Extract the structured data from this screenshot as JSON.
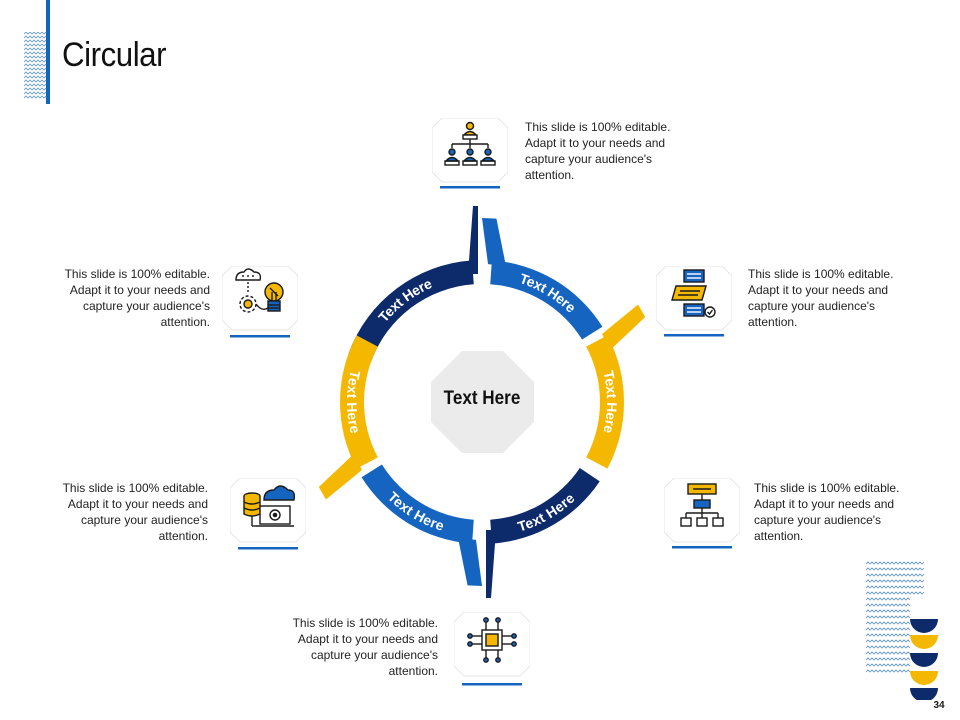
{
  "header": {
    "title": "Circular"
  },
  "diagram": {
    "center_label": "Text Here",
    "segments": [
      {
        "label": "Text Here",
        "color": "#0d2a6b"
      },
      {
        "label": "Text Here",
        "color": "#1565c0"
      },
      {
        "label": "Text Here",
        "color": "#f5b800"
      },
      {
        "label": "Text Here",
        "color": "#0d2a6b"
      },
      {
        "label": "Text Here",
        "color": "#1565c0"
      },
      {
        "label": "Text Here",
        "color": "#f5b800"
      }
    ],
    "items": [
      {
        "icon": "org-chart-icon",
        "description": "This slide is 100% editable. Adapt it to your needs and capture your audience's attention."
      },
      {
        "icon": "document-checklist-icon",
        "description": "This slide is 100% editable. Adapt it to your needs and capture your audience's attention."
      },
      {
        "icon": "flowchart-icon",
        "description": "This slide is 100% editable. Adapt it to your needs and capture your audience's attention."
      },
      {
        "icon": "circuit-chip-icon",
        "description": "This slide is 100% editable. Adapt it to your needs and capture your audience's attention."
      },
      {
        "icon": "cloud-database-icon",
        "description": "This slide is 100% editable. Adapt it to your needs and capture your audience's attention."
      },
      {
        "icon": "idea-gear-icon",
        "description": "This slide is 100% editable. Adapt it to your needs and capture your audience's attention."
      }
    ]
  },
  "footer": {
    "page_number": "34"
  },
  "colors": {
    "navy": "#0d2a6b",
    "blue": "#1565c0",
    "yellow": "#f5b800",
    "center_fill": "#ebebeb"
  }
}
